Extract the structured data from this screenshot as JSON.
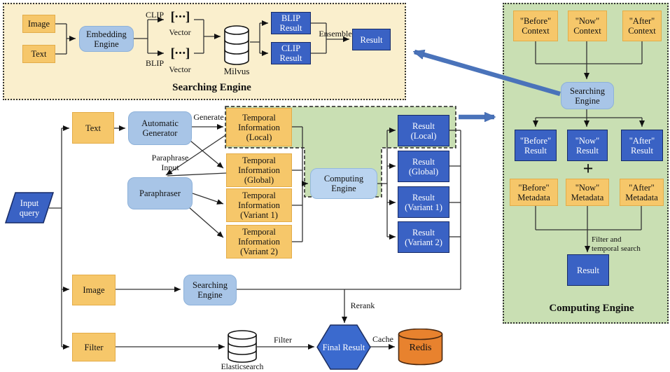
{
  "searching_panel": {
    "title": "Searching Engine",
    "image": "Image",
    "text": "Text",
    "embedding_engine": "Embedding Engine",
    "clip": "CLIP",
    "blip": "BLIP",
    "vector": "Vector",
    "vector_icon": "[···]",
    "milvus": "Milvus",
    "blip_result": "BLIP Result",
    "clip_result": "CLIP Result",
    "ensemble": "Ensemble",
    "result": "Result"
  },
  "computing_panel": {
    "title": "Computing Engine",
    "before_context": "\"Before\" Context",
    "now_context": "\"Now\" Context",
    "after_context": "\"After\" Context",
    "searching_engine": "Searching Engine",
    "before_result": "\"Before\" Result",
    "now_result": "\"Now\" Result",
    "after_result": "\"After\" Result",
    "plus": "+",
    "before_metadata": "\"Before\" Metadata",
    "now_metadata": "\"Now\" Metadata",
    "after_metadata": "\"After\" Metadata",
    "filter_temporal": "Filter and temporal search",
    "result": "Result"
  },
  "flow": {
    "input_query": "Input query",
    "text": "Text",
    "image": "Image",
    "filter": "Filter",
    "automatic_generator": "Automatic Generator",
    "paraphraser": "Paraphraser",
    "generate": "Generate",
    "paraphrase_input": "Paraphrase Input",
    "ti_local": "Temporal Information (Local)",
    "ti_global": "Temporal Information (Global)",
    "ti_variant1": "Temporal Information (Variant 1)",
    "ti_variant2": "Temporal Information (Variant 2)",
    "computing_engine": "Computing Engine",
    "result_local": "Result (Local)",
    "result_global": "Result (Global)",
    "result_variant1": "Result (Variant 1)",
    "result_variant2": "Result (Variant 2)",
    "searching_engine": "Searching Engine",
    "elasticsearch": "Elasticsearch",
    "final_result": "Final Result",
    "redis": "Redis",
    "rerank": "Rerank",
    "cache": "Cache",
    "filter_edge": "Filter"
  },
  "colors": {
    "panel_cream": "#faefcd",
    "panel_green": "#c9dfb3",
    "box_yellow": "#f6c76a",
    "box_light_blue": "#a8c5e7",
    "box_dark_blue": "#3a62c4",
    "redis_orange": "#e8822e",
    "arrow_blue": "#4a73ba",
    "line": "#333333"
  }
}
